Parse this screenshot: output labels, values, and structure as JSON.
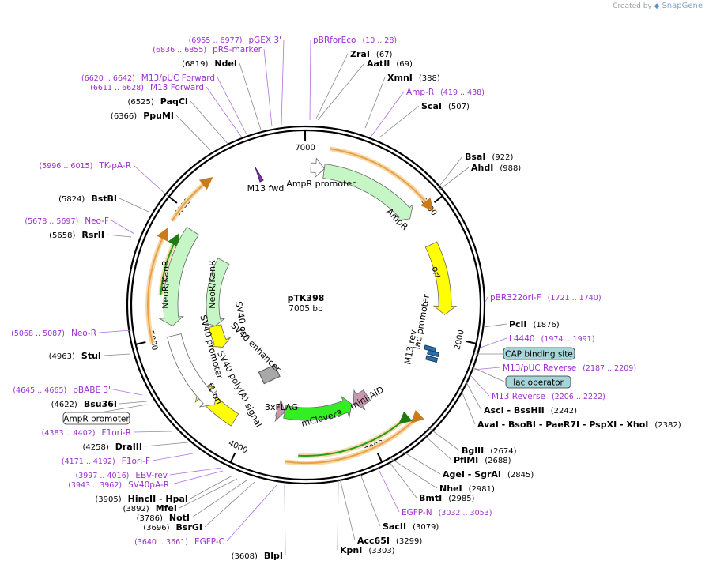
{
  "brand": {
    "prefix": "Created by",
    "name": "SnapGene"
  },
  "plasmid": {
    "name": "pTK398",
    "size_label": "7005 bp",
    "length": 7005
  },
  "ticks": [
    "1000",
    "2000",
    "3000",
    "4000",
    "5000",
    "6000",
    "7000"
  ],
  "features": [
    {
      "label": "AmpR promoter",
      "color": "#ffffff"
    },
    {
      "label": "AmpR",
      "color": "#c6f6c6"
    },
    {
      "label": "ori",
      "color": "#ffff00"
    },
    {
      "label": "lac promoter"
    },
    {
      "label": "M13 rev"
    },
    {
      "label": "mini-AID",
      "color": "#c898b0"
    },
    {
      "label": "mClover3",
      "color": "#33ee22"
    },
    {
      "label": "3xFLAG",
      "color": "#c898b0"
    },
    {
      "label": "SV40 poly(A) signal",
      "color": "#a8a8a8"
    },
    {
      "label": "f1 ori",
      "color": "#ffff00"
    },
    {
      "label": "SV40 promoter",
      "color": "#ffffff"
    },
    {
      "label": "SV40 enhancer"
    },
    {
      "label": "SV40 ori",
      "color": "#ffff00"
    },
    {
      "label": "NeoR/KanR",
      "color": "#c6f6c6"
    },
    {
      "label": "NeoR/KanR",
      "color": "#c6f6c6"
    },
    {
      "label": "M13 fwd",
      "color": "#7a3aa8"
    }
  ],
  "right_labels": [
    {
      "name": "ZraI",
      "pos": "(67)",
      "kind": "enzyme"
    },
    {
      "name": "AatII",
      "pos": "(69)",
      "kind": "enzyme"
    },
    {
      "name": "XmnI",
      "pos": "(388)",
      "kind": "enzyme"
    },
    {
      "name": "Amp-R",
      "pos": "(419 .. 438)",
      "kind": "primer"
    },
    {
      "name": "ScaI",
      "pos": "(507)",
      "kind": "enzyme"
    },
    {
      "name": "BsaI",
      "pos": "(922)",
      "kind": "enzyme"
    },
    {
      "name": "AhdI",
      "pos": "(988)",
      "kind": "enzyme"
    },
    {
      "name": "pBR322ori-F",
      "pos": "(1721 .. 1740)",
      "kind": "primer"
    },
    {
      "name": "PciI",
      "pos": "(1876)",
      "kind": "enzyme"
    },
    {
      "name": "L4440",
      "pos": "(1974 .. 1991)",
      "kind": "primer"
    },
    {
      "name": "M13/pUC Reverse",
      "pos": "(2187 .. 2209)",
      "kind": "primer"
    },
    {
      "name": "M13 Reverse",
      "pos": "(2206 .. 2222)",
      "kind": "primer"
    },
    {
      "name": "AscI  -  BssHII",
      "pos": "(2242)",
      "kind": "enzyme"
    },
    {
      "name": "AvaI  -  BsoBI  -  PaeR7I  -  PspXI  -  XhoI",
      "pos": "(2382)",
      "kind": "enzyme"
    },
    {
      "name": "BglII",
      "pos": "(2674)",
      "kind": "enzyme"
    },
    {
      "name": "PflMI",
      "pos": "(2688)",
      "kind": "enzyme"
    },
    {
      "name": "AgeI  -  SgrAI",
      "pos": "(2845)",
      "kind": "enzyme"
    },
    {
      "name": "NheI",
      "pos": "(2981)",
      "kind": "enzyme"
    },
    {
      "name": "BmtI",
      "pos": "(2985)",
      "kind": "enzyme"
    },
    {
      "name": "EGFP-N",
      "pos": "(3032 .. 3053)",
      "kind": "primer"
    },
    {
      "name": "SacII",
      "pos": "(3079)",
      "kind": "enzyme"
    },
    {
      "name": "Acc65I",
      "pos": "(3299)",
      "kind": "enzyme"
    },
    {
      "name": "KpnI",
      "pos": "(3303)",
      "kind": "enzyme"
    }
  ],
  "right_boxes": [
    {
      "label": "CAP binding site"
    },
    {
      "label": "lac operator"
    }
  ],
  "top_left_labels": [
    {
      "pos": "(10 .. 28)",
      "name": "pBRforEco",
      "kind": "primer"
    },
    {
      "pos": "(6955 .. 6977)",
      "name": "pGEX 3'",
      "kind": "primer"
    },
    {
      "pos": "(6836 .. 6855)",
      "name": "pRS-marker",
      "kind": "primer"
    },
    {
      "pos": "(6819)",
      "name": "NdeI",
      "kind": "enzyme"
    }
  ],
  "left_labels": [
    {
      "pos": "(6620 .. 6642)",
      "name": "M13/pUC Forward",
      "kind": "primer"
    },
    {
      "pos": "(6611 .. 6628)",
      "name": "M13 Forward",
      "kind": "primer"
    },
    {
      "pos": "(6525)",
      "name": "PaqCI",
      "kind": "enzyme"
    },
    {
      "pos": "(6366)",
      "name": "PpuMI",
      "kind": "enzyme"
    },
    {
      "pos": "(5996 .. 6015)",
      "name": "TK-pA-R",
      "kind": "primer"
    },
    {
      "pos": "(5824)",
      "name": "BstBI",
      "kind": "enzyme"
    },
    {
      "pos": "(5678 .. 5697)",
      "name": "Neo-F",
      "kind": "primer"
    },
    {
      "pos": "(5658)",
      "name": "RsrII",
      "kind": "enzyme"
    },
    {
      "pos": "(5068 .. 5087)",
      "name": "Neo-R",
      "kind": "primer"
    },
    {
      "pos": "(4963)",
      "name": "StuI",
      "kind": "enzyme"
    },
    {
      "pos": "(4645 .. 4665)",
      "name": "pBABE 3'",
      "kind": "primer"
    },
    {
      "pos": "(4622)",
      "name": "Bsu36I",
      "kind": "enzyme"
    },
    {
      "pos": "(4383 .. 4402)",
      "name": "F1ori-R",
      "kind": "primer"
    },
    {
      "pos": "(4258)",
      "name": "DraIII",
      "kind": "enzyme"
    },
    {
      "pos": "(4171 .. 4192)",
      "name": "F1ori-F",
      "kind": "primer"
    },
    {
      "pos": "(3997 .. 4016)",
      "name": "EBV-rev",
      "kind": "primer"
    },
    {
      "pos": "(3943 .. 3962)",
      "name": "SV40pA-R",
      "kind": "primer"
    },
    {
      "pos": "(3905)",
      "name": "HincII  -  HpaI",
      "kind": "enzyme"
    },
    {
      "pos": "(3892)",
      "name": "MfeI",
      "kind": "enzyme"
    },
    {
      "pos": "(3786)",
      "name": "NotI",
      "kind": "enzyme"
    },
    {
      "pos": "(3696)",
      "name": "BsrGI",
      "kind": "enzyme"
    },
    {
      "pos": "(3640 .. 3661)",
      "name": "EGFP-C",
      "kind": "primer"
    },
    {
      "pos": "(3608)",
      "name": "BlpI",
      "kind": "enzyme"
    }
  ],
  "left_boxes": [
    {
      "label": "AmpR promoter"
    }
  ],
  "colors": {
    "enzyme": "#000000",
    "primer": "#9b30d0",
    "orf_orange": "#e8a14a",
    "orf_green": "#2a9a1a",
    "backbone": "#000000"
  }
}
